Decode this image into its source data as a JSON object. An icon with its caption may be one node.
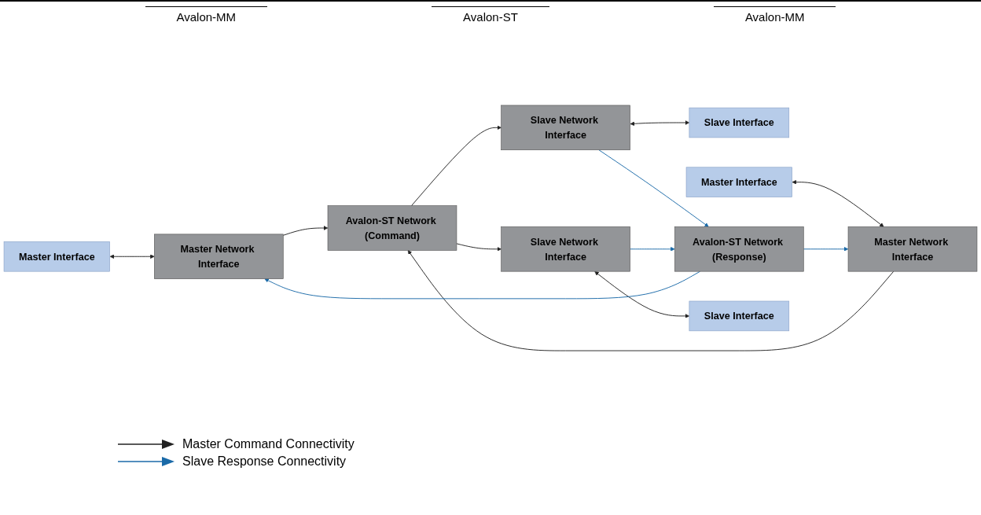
{
  "diagram": {
    "nodes": [
      {
        "text": [
          "Master Interface"
        ]
      },
      {
        "text": [
          "Master Network Interface"
        ]
      },
      {
        "text": [
          "Avalon-ST Network (Command)"
        ]
      },
      {
        "text": [
          "Slave Network Interface"
        ]
      },
      {
        "text": [
          "Slave Interface"
        ]
      },
      {
        "text": [
          "Master Interface"
        ]
      },
      {
        "text": [
          "Master Network Interface"
        ]
      },
      {
        "text": [
          "Avalon-ST Network (Response)"
        ]
      },
      {
        "text": [
          "Slave Network Interface"
        ]
      },
      {
        "text": [
          "Slave Interface"
        ]
      }
    ],
    "edges": [
      {
        "from": 0,
        "to": 1,
        "arrow": "both"
      },
      {
        "from": 1,
        "to": 2,
        "arrow": "to"
      },
      {
        "from": 6,
        "to": 2,
        "arrow": "to"
      },
      {
        "from": 2,
        "to": 3,
        "arrow": "to"
      },
      {
        "from": 2,
        "to": 8,
        "arrow": "to"
      },
      {
        "from": 3,
        "to": 4,
        "arrow": "both"
      },
      {
        "from": 5,
        "to": 6,
        "arrow": "both"
      },
      {
        "from": 8,
        "to": 9,
        "arrow": "both"
      },
      {
        "from": 7,
        "to": 1,
        "arrow": "to",
        "color": "#1a6aa8"
      },
      {
        "from": 7,
        "to": 6,
        "arrow": "to",
        "color": "#1a6aa8"
      },
      {
        "from": 3,
        "to": 7,
        "arrow": "to",
        "color": "#1a6aa8"
      },
      {
        "from": 8,
        "to": 7,
        "arrow": "to",
        "color": "#1a6aa8"
      }
    ],
    "labels": [
      "Avalon-MM",
      "Avalon-ST",
      "Avalon-MM"
    ],
    "legend": [
      {
        "text": "Master Command Connectivity"
      },
      {
        "text": "Slave Response Connectivity"
      }
    ]
  }
}
